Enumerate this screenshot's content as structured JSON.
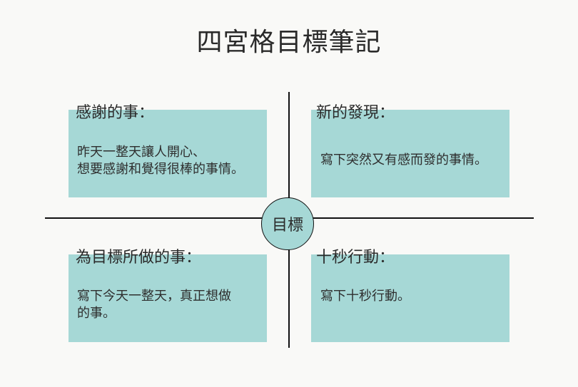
{
  "title": "四宮格目標筆記",
  "center_label": "目標",
  "colors": {
    "background": "#f9f9f7",
    "box_fill": "#a6d8d6",
    "line": "#111111",
    "text": "#2a2a2a"
  },
  "quadrants": {
    "top_left": {
      "heading": "感謝的事：",
      "lines": [
        "昨天一整天讓人開心、",
        "想要感謝和覺得很棒的事情。"
      ]
    },
    "top_right": {
      "heading": "新的發現：",
      "lines": [
        "寫下突然又有感而發的事情。"
      ]
    },
    "bottom_left": {
      "heading": "為目標所做的事：",
      "lines": [
        "寫下今天一整天，真正想做",
        "的事。"
      ]
    },
    "bottom_right": {
      "heading": "十秒行動：",
      "lines": [
        "寫下十秒行動。"
      ]
    }
  }
}
